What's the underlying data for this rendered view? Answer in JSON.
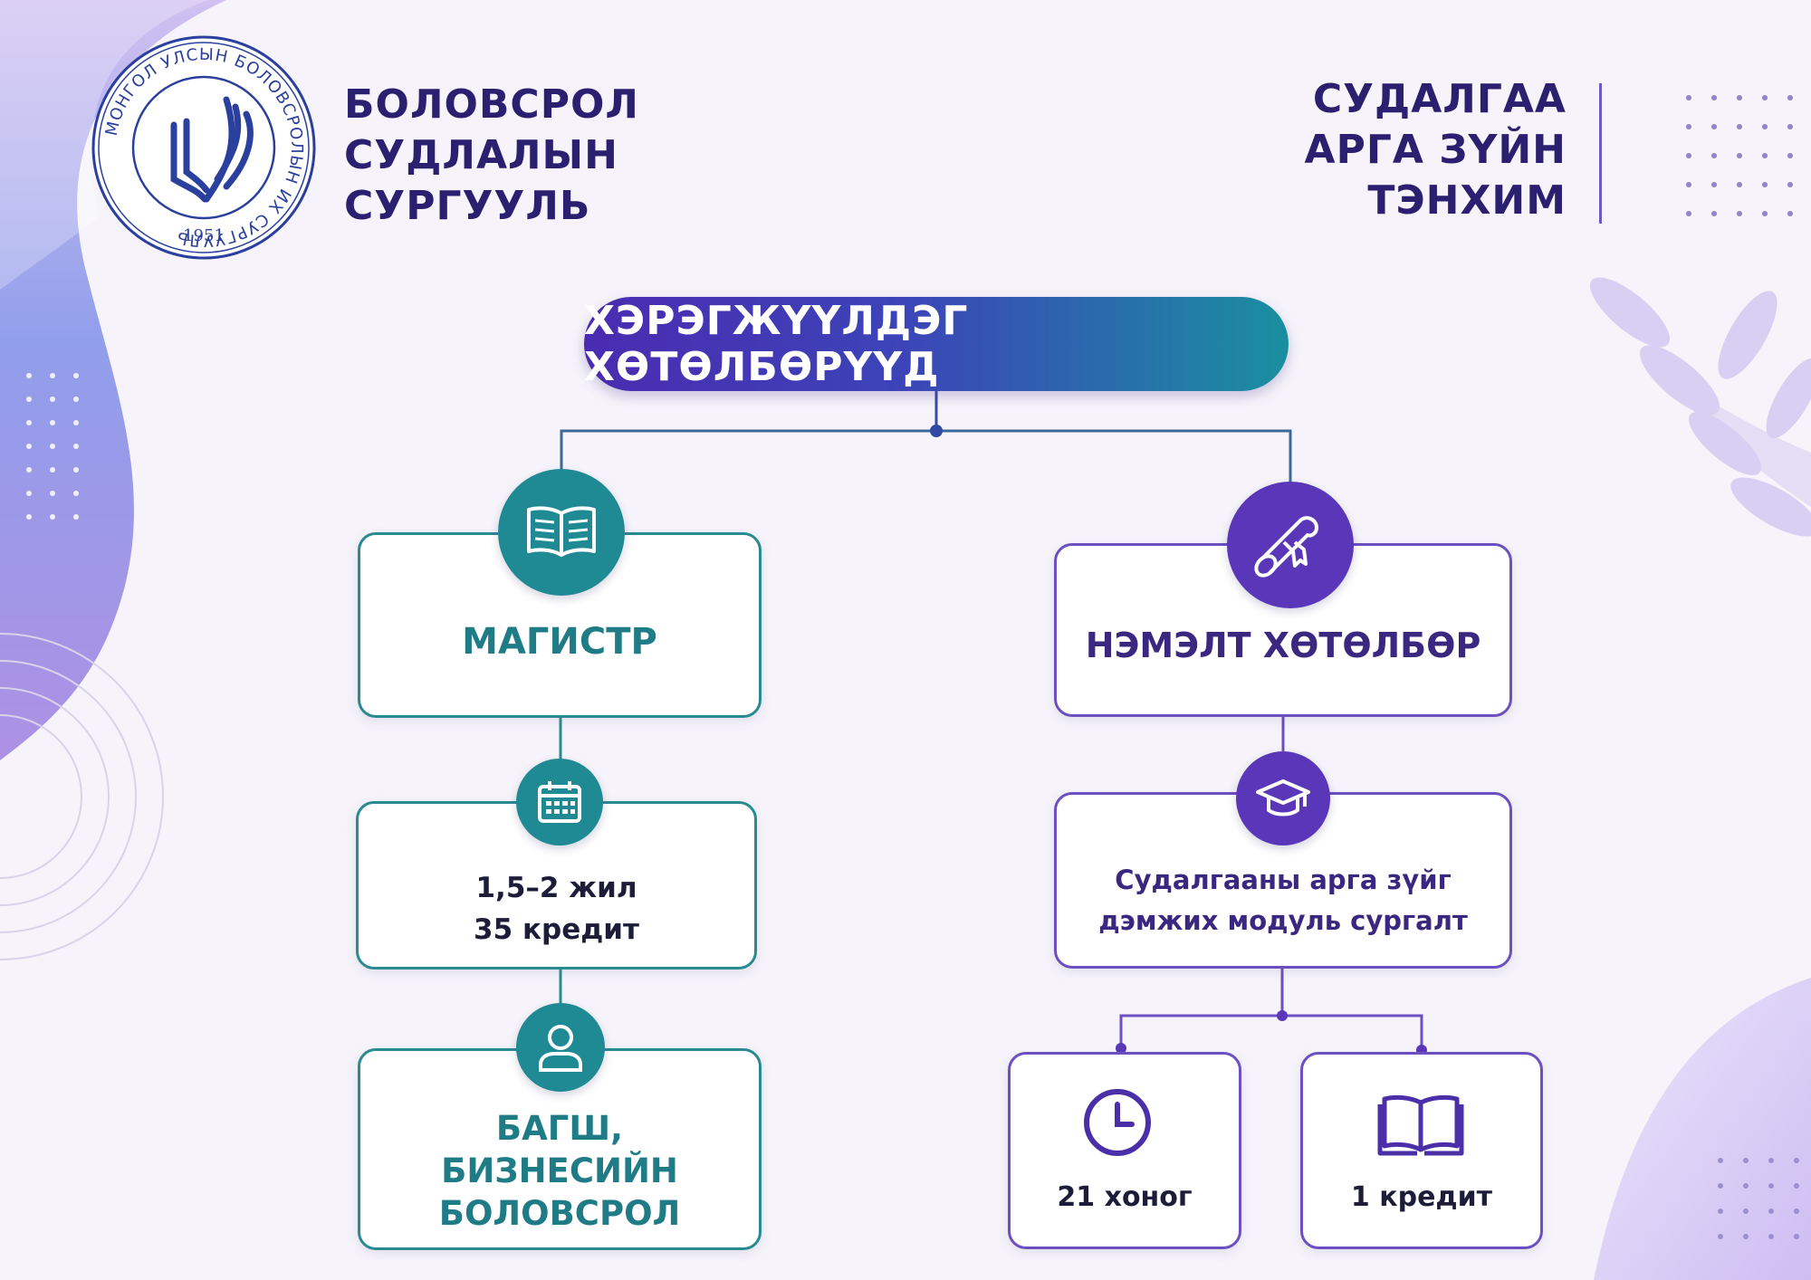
{
  "header": {
    "school_lines": [
      "БОЛОВСРОЛ",
      "СУДЛАЛЫН",
      "СУРГУУЛЬ"
    ],
    "department_lines": [
      "СУДАЛГАА",
      "АРГА ЗҮЙН",
      "ТЭНХИМ"
    ],
    "logo": {
      "ring_text": "МОНГОЛ УЛСЫН БОЛОВСРОЛЫН ИХ СУРГУУЛЬ",
      "year": "1951"
    }
  },
  "title": "ХЭРЭГЖҮҮЛДЭГ ХӨТӨЛБӨРҮҮД",
  "left_branch": {
    "program": {
      "label": "МАГИСТР",
      "icon": "open-book-icon"
    },
    "duration": {
      "line1": "1,5–2 жил",
      "line2": "35 кредит",
      "icon": "calendar-icon"
    },
    "specialization": {
      "line1": "БАГШ,",
      "line2": "БИЗНЕСИЙН",
      "line3": "БОЛОВСРОЛ",
      "icon": "person-icon"
    }
  },
  "right_branch": {
    "program": {
      "label": "НЭМЭЛТ ХӨТӨЛБӨР",
      "icon": "diploma-scroll-icon"
    },
    "module": {
      "line1": "Судалгааны арга зүйг",
      "line2": "дэмжих модуль сургалт",
      "icon": "graduation-cap-icon"
    },
    "duration": {
      "label": "21 хоног",
      "icon": "clock-icon"
    },
    "credit": {
      "label": "1 кредит",
      "icon": "book-icon"
    }
  },
  "colors": {
    "navy": "#2b2070",
    "teal": "#1f8a93",
    "purple": "#5a37b8",
    "background": "#f6f4fa"
  }
}
